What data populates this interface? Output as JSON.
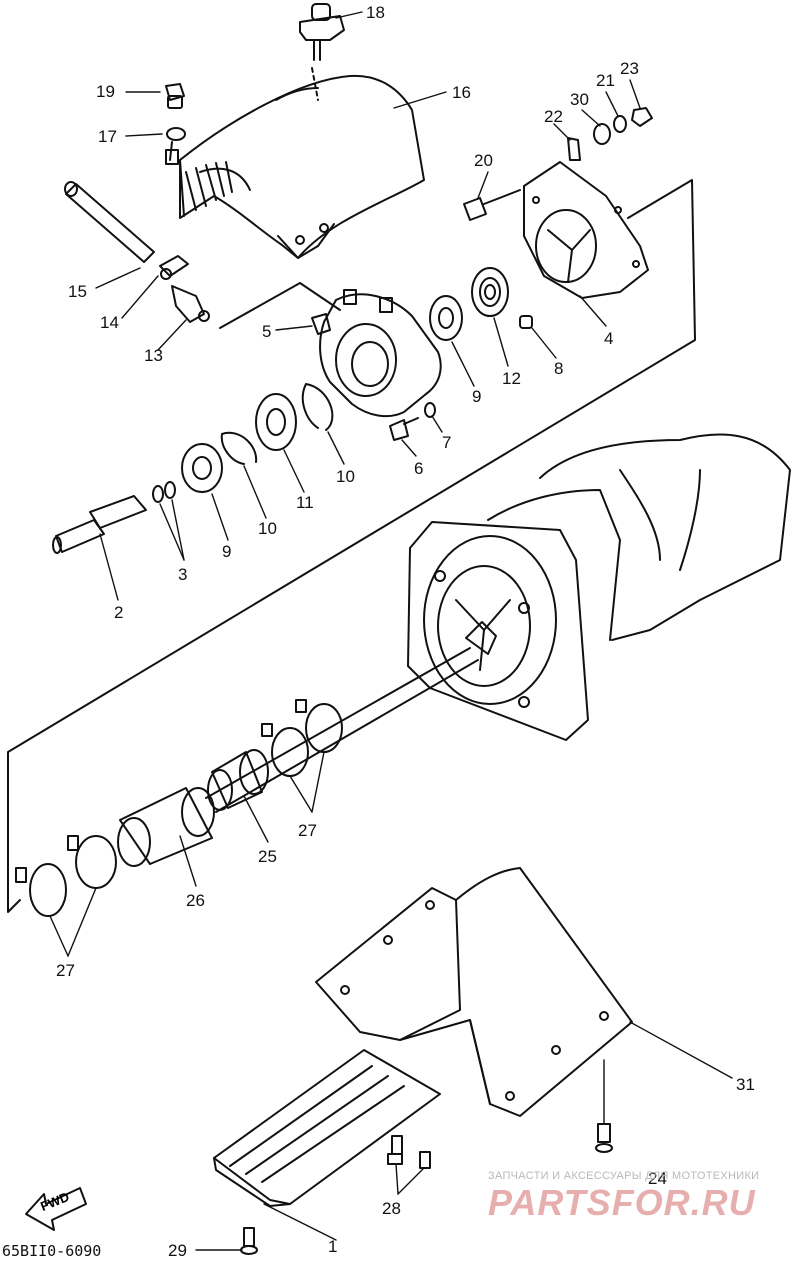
{
  "diagram": {
    "part_labels": {
      "p1": "1",
      "p2": "2",
      "p3": "3",
      "p4": "4",
      "p5": "5",
      "p6": "6",
      "p7": "7",
      "p8": "8",
      "p9a": "9",
      "p9b": "9",
      "p10a": "10",
      "p10b": "10",
      "p11": "11",
      "p12": "12",
      "p13": "13",
      "p14": "14",
      "p15": "15",
      "p16": "16",
      "p17": "17",
      "p18": "18",
      "p19": "19",
      "p20": "20",
      "p21": "21",
      "p22": "22",
      "p23": "23",
      "p24": "24",
      "p25": "25",
      "p26": "26",
      "p27a": "27",
      "p27b": "27",
      "p28": "28",
      "p29": "29",
      "p30": "30",
      "p31": "31"
    },
    "diagram_code": "65BII0-6090",
    "fwd_label": "FWD",
    "watermark_subtitle": "ЗАПЧАСТИ И АКСЕССУАРЫ ДЛЯ МОТОТЕХНИКИ",
    "watermark_logo": "PARTSFOR.RU"
  }
}
